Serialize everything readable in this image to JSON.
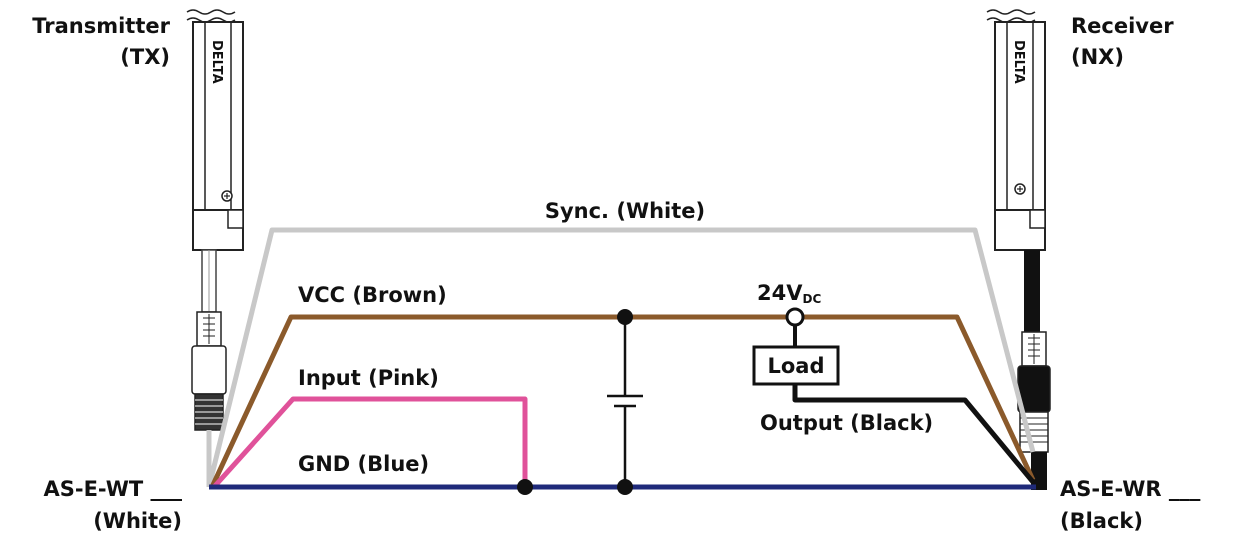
{
  "labels": {
    "transmitter": "Transmitter",
    "transmitter_code": "(TX)",
    "receiver": "Receiver",
    "receiver_code": "(NX)",
    "sync": "Sync. (White)",
    "vcc": "VCC (Brown)",
    "supply_main": "24V",
    "supply_sub": "DC",
    "load": "Load",
    "input": "Input (Pink)",
    "output": "Output (Black)",
    "gnd": "GND (Blue)",
    "tx_cable": "AS-E-WT ___",
    "tx_cable_color": "(White)",
    "rx_cable": "AS-E-WR ___",
    "rx_cable_color": "(Black)",
    "brand": "DELTA"
  },
  "colors": {
    "sync": "#c8c8c8",
    "vcc": "#8b5a2b",
    "input": "#e0529a",
    "output": "#111111",
    "gnd": "#1f2a7a",
    "device": "#222222"
  }
}
